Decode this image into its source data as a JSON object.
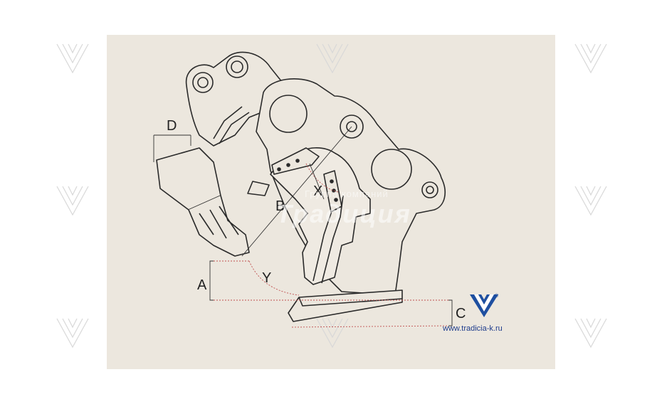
{
  "labels": {
    "a": "A",
    "b": "B",
    "c": "C",
    "d": "D",
    "x": "X",
    "y": "Y"
  },
  "watermark": {
    "subtitle": "Группа компаний",
    "title": "Традиция"
  },
  "brand": {
    "url": "www.tradicia-k.ru",
    "reg": "®",
    "color": "#1e4fa0"
  }
}
